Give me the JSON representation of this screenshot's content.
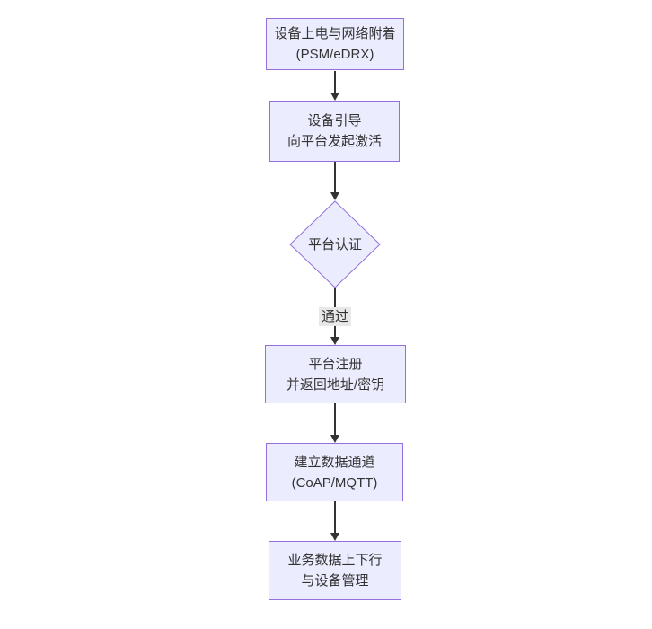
{
  "diagram": {
    "type": "flowchart",
    "direction": "top-down",
    "colors": {
      "background": "#ffffff",
      "node_fill": "#ECECFF",
      "node_border": "#9370DB",
      "arrow": "#333333",
      "text": "#333333",
      "edge_label_bg": "#e8e8e8"
    },
    "nodes": [
      {
        "id": "power-attach",
        "type": "rect",
        "label_lines": [
          "设备上电与网络附着",
          "(PSM/eDRX)"
        ]
      },
      {
        "id": "device-bootstrap",
        "type": "rect",
        "label_lines": [
          "设备引导",
          "向平台发起激活"
        ]
      },
      {
        "id": "platform-auth",
        "type": "diamond",
        "label_lines": [
          "平台认证"
        ]
      },
      {
        "id": "platform-register",
        "type": "rect",
        "label_lines": [
          "平台注册",
          "并返回地址/密钥"
        ]
      },
      {
        "id": "data-channel",
        "type": "rect",
        "label_lines": [
          "建立数据通道",
          "(CoAP/MQTT)"
        ]
      },
      {
        "id": "business-data",
        "type": "rect",
        "label_lines": [
          "业务数据上下行",
          "与设备管理"
        ]
      }
    ],
    "edges": [
      {
        "from": "power-attach",
        "to": "device-bootstrap",
        "label": ""
      },
      {
        "from": "device-bootstrap",
        "to": "platform-auth",
        "label": ""
      },
      {
        "from": "platform-auth",
        "to": "platform-register",
        "label": "通过"
      },
      {
        "from": "platform-register",
        "to": "data-channel",
        "label": ""
      },
      {
        "from": "data-channel",
        "to": "business-data",
        "label": ""
      }
    ]
  }
}
